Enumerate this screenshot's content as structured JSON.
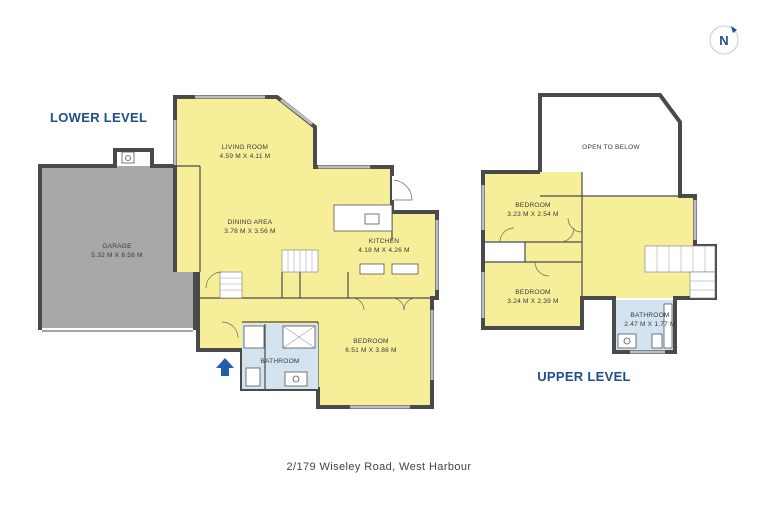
{
  "levels": {
    "lower": "LOWER LEVEL",
    "upper": "UPPER LEVEL"
  },
  "rooms": {
    "living": {
      "name": "LIVING ROOM",
      "dims": "4.59 M X 4.11 M"
    },
    "dining": {
      "name": "DINING AREA",
      "dims": "3.78 M X 3.56 M"
    },
    "kitchen": {
      "name": "KITCHEN",
      "dims": "4.18 M X 4.26 M"
    },
    "garage": {
      "name": "GARAGE",
      "dims": "5.32 M X 6.58 M"
    },
    "bedroom_lower": {
      "name": "BEDROOM",
      "dims": "6.51 M X 3.86 M"
    },
    "bathroom_lower": {
      "name": "BATHROOM"
    },
    "open": {
      "name": "OPEN TO BELOW"
    },
    "bedroom_up1": {
      "name": "BEDROOM",
      "dims": "3.23 M X 2.54 M"
    },
    "bedroom_up2": {
      "name": "BEDROOM",
      "dims": "3.24 M X 2.39 M"
    },
    "bathroom_up": {
      "name": "BATHROOM",
      "dims": "2.47 M X 1.77 M"
    }
  },
  "address": "2/179 Wiseley Road, West Harbour",
  "compass": "N",
  "colors": {
    "room_fill": "#f7ee9a",
    "garage_fill": "#a8a8a8",
    "wet_fill": "#d3e3f0",
    "wall": "#4a4a4a",
    "label_blue": "#1f4e8c",
    "entry_arrow": "#1f5fa8"
  }
}
